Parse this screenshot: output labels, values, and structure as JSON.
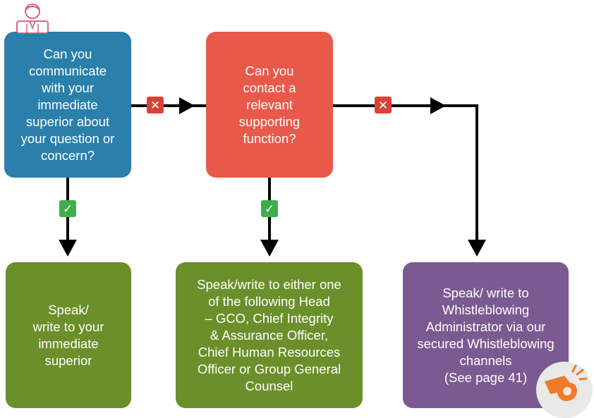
{
  "colors": {
    "blue": "#2a7fab",
    "red": "#e8594a",
    "green": "#6b8f2a",
    "purple": "#7b5a92",
    "arrow": "#000000",
    "no": "#d9423a",
    "yes": "#3fae49",
    "icon_pink": "#d9537d",
    "whistle": "#f07a2a"
  },
  "boxes": {
    "question1": "Can you\ncommunicate\nwith your\nimmediate\nsuperior about\nyour question or\nconcern?",
    "question2": "Can you\ncontact a\nrelevant\nsupporting\nfunction?",
    "outcome1": "Speak/\nwrite to your\nimmediate\nsuperior",
    "outcome2": "Speak/write to either one\nof the following Head\n– GCO, Chief Integrity\n& Assurance Officer,\nChief Human Resources\nOfficer or Group General\nCounsel",
    "outcome3": "Speak/ write to\nWhistleblowing\nAdministrator via our\nsecured Whistleblowing\nchannels\n(See page 41)"
  },
  "icons": {
    "person": "person-icon",
    "no": "cross-mark-icon",
    "yes": "check-mark-icon",
    "whistle": "whistle-icon"
  }
}
